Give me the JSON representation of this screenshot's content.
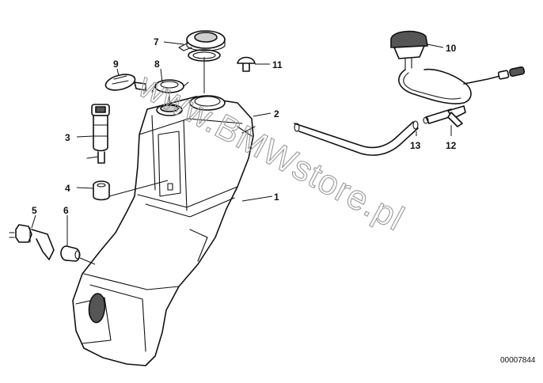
{
  "diagram": {
    "watermark": "www.BMWstore.pl",
    "document_number": "00007844",
    "callouts": [
      {
        "id": "1",
        "label": "1",
        "part": "washer-fluid-reservoir"
      },
      {
        "id": "2",
        "label": "2",
        "part": "reservoir-neck"
      },
      {
        "id": "3",
        "label": "3",
        "part": "washer-pump"
      },
      {
        "id": "4",
        "label": "4",
        "part": "pump-grommet"
      },
      {
        "id": "5",
        "label": "5",
        "part": "level-sensor"
      },
      {
        "id": "6",
        "label": "6",
        "part": "sensor-grommet"
      },
      {
        "id": "7",
        "label": "7",
        "part": "filler-cap"
      },
      {
        "id": "8",
        "label": "8",
        "part": "small-cap"
      },
      {
        "id": "9",
        "label": "9",
        "part": "cap-with-tab"
      },
      {
        "id": "10",
        "label": "10",
        "part": "spray-nozzle"
      },
      {
        "id": "11",
        "label": "11",
        "part": "expanding-rivet"
      },
      {
        "id": "12",
        "label": "12",
        "part": "hose-connector"
      },
      {
        "id": "13",
        "label": "13",
        "part": "washer-hose"
      }
    ]
  }
}
